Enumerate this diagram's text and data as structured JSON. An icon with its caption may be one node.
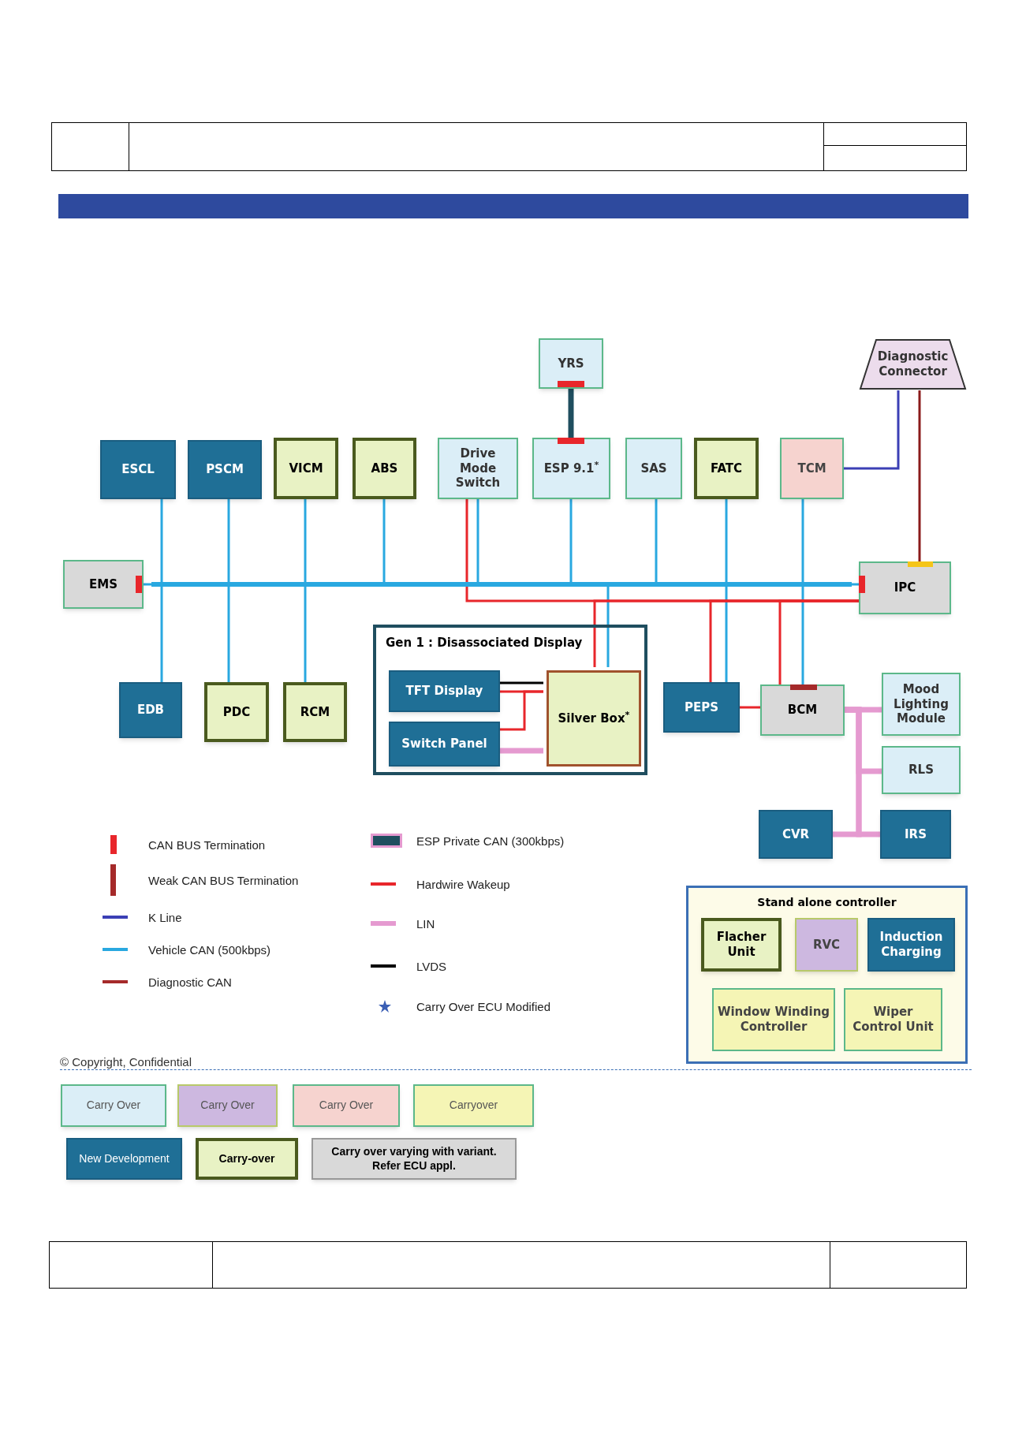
{
  "diagram": {
    "nodes": [
      {
        "text": [
          "ESCL"
        ]
      },
      {
        "text": [
          "PSCM"
        ]
      },
      {
        "text": [
          "VICM"
        ]
      },
      {
        "text": [
          "ABS"
        ]
      },
      {
        "text": [
          "Drive Mode Switch"
        ]
      },
      {
        "text": [
          "YRS"
        ]
      },
      {
        "text": [
          "ESP 9.1$^{*}$"
        ]
      },
      {
        "text": [
          "SAS"
        ]
      },
      {
        "text": [
          "FATC"
        ]
      },
      {
        "text": [
          "TCM"
        ]
      },
      {
        "text": [
          "Diagnostic Connector"
        ]
      },
      {
        "text": [
          "EMS"
        ]
      },
      {
        "text": [],
        "shape": "bar"
      },
      {
        "text": [
          "IPC"
        ]
      },
      {
        "text": [
          "Gen 1 : Disassociated Display"
        ]
      },
      {
        "text": [
          "TFT Display"
        ],
        "in": 14
      },
      {
        "text": [
          "Switch Panel"
        ],
        "in": 14
      },
      {
        "text": [
          "Silver Box$^{*}$"
        ],
        "in": 14
      },
      {
        "text": [
          "EDB"
        ]
      },
      {
        "text": [
          "PDC"
        ]
      },
      {
        "text": [
          "RCM"
        ]
      },
      {
        "text": [
          "PEPS"
        ]
      },
      {
        "text": [
          "BCM"
        ]
      },
      {
        "text": [
          "Mood Lighting Module"
        ]
      },
      {
        "text": [
          "RLS"
        ]
      },
      {
        "text": [
          "CVR"
        ]
      },
      {
        "text": [
          "IRS"
        ]
      },
      {
        "text": [
          "Stand alone controller"
        ]
      },
      {
        "text": [
          "Flacher Unit"
        ],
        "in": 27
      },
      {
        "text": [
          "RVC"
        ],
        "in": 27
      },
      {
        "text": [
          "Induction Charging"
        ],
        "in": 27
      },
      {
        "text": [
          "Window Winding Controller"
        ],
        "in": 27
      },
      {
        "text": [
          "Wiper Control Unit"
        ],
        "in": 27
      }
    ],
    "edges": [
      {
        "from": 0,
        "to": 12,
        "arrow": "none"
      },
      {
        "from": 1,
        "to": 12,
        "arrow": "none"
      },
      {
        "from": 2,
        "to": 12,
        "arrow": "none"
      },
      {
        "from": 3,
        "to": 12,
        "arrow": "none"
      },
      {
        "from": 4,
        "to": 12,
        "arrow": "none"
      },
      {
        "from": 6,
        "to": 12,
        "arrow": "none"
      },
      {
        "from": 7,
        "to": 12,
        "arrow": "none"
      },
      {
        "from": 8,
        "to": 12,
        "arrow": "none"
      },
      {
        "from": 9,
        "to": 12,
        "arrow": "none"
      },
      {
        "from": 11,
        "to": 12,
        "arrow": "none"
      },
      {
        "from": 12,
        "to": 13,
        "arrow": "none"
      },
      {
        "from": 12,
        "to": 18,
        "arrow": "none"
      },
      {
        "from": 12,
        "to": 19,
        "arrow": "none"
      },
      {
        "from": 12,
        "to": 20,
        "arrow": "none"
      },
      {
        "from": 12,
        "to": 17,
        "arrow": "none"
      },
      {
        "from": 12,
        "to": 21,
        "arrow": "none"
      },
      {
        "from": 12,
        "to": 22,
        "arrow": "none"
      },
      {
        "from": 5,
        "to": 6,
        "arrow": "none",
        "style": "thick",
        "color": "#1f4e5f"
      },
      {
        "from": 9,
        "to": 10,
        "arrow": "none",
        "color": "#3b3fb5"
      },
      {
        "from": 10,
        "to": 13,
        "arrow": "none",
        "color": "#8b1a1a"
      },
      {
        "from": 4,
        "to": 13,
        "arrow": "none",
        "color": "#e8262b"
      },
      {
        "from": 13,
        "to": 17,
        "arrow": "none",
        "color": "#e8262b"
      },
      {
        "from": 13,
        "to": 21,
        "arrow": "none",
        "color": "#e8262b"
      },
      {
        "from": 13,
        "to": 22,
        "arrow": "none",
        "color": "#e8262b"
      },
      {
        "from": 21,
        "to": 22,
        "arrow": "none",
        "color": "#e8262b"
      },
      {
        "from": 15,
        "to": 17,
        "arrow": "none",
        "color": "#000000"
      },
      {
        "from": 15,
        "to": 17,
        "arrow": "none",
        "color": "#e8262b"
      },
      {
        "from": 16,
        "to": 17,
        "arrow": "none",
        "color": "#e8262b"
      },
      {
        "from": 16,
        "to": 17,
        "arrow": "none",
        "style": "thick",
        "color": "#e59ad0"
      },
      {
        "from": 22,
        "to": 23,
        "arrow": "none",
        "style": "thick",
        "color": "#e59ad0"
      },
      {
        "from": 22,
        "to": 24,
        "arrow": "none",
        "style": "thick",
        "color": "#e59ad0"
      },
      {
        "from": 22,
        "to": 25,
        "arrow": "none",
        "style": "thick",
        "color": "#e59ad0"
      },
      {
        "from": 22,
        "to": 26,
        "arrow": "none",
        "style": "thick",
        "color": "#e59ad0"
      }
    ],
    "labels": [
      "© Copyright, Confidential"
    ],
    "legend": [
      {
        "text": "CAN BUS Termination"
      },
      {
        "text": "Weak CAN BUS Termination"
      },
      {
        "text": "K Line"
      },
      {
        "text": "Vehicle CAN (500kbps)"
      },
      {
        "text": "Diagnostic CAN"
      },
      {
        "text": "ESP Private CAN (300kbps)"
      },
      {
        "text": "Hardwire Wakeup"
      },
      {
        "text": "LIN"
      },
      {
        "text": "LVDS"
      },
      {
        "text": "Carry Over ECU Modified"
      },
      {
        "text": "Carry Over",
        "color": "#dbeef7"
      },
      {
        "text": "Carry Over",
        "color": "#cdb8e0"
      },
      {
        "text": "Carry Over",
        "color": "#f6d3cf"
      },
      {
        "text": "Carryover",
        "color": "#f5f5b5"
      },
      {
        "text": "New Development",
        "color": "#1f6f96"
      },
      {
        "text": "Carry-over",
        "color": "#e8f2c4"
      },
      {
        "text": "Carry over varying with variant. Refer ECU appl.",
        "color": "#d9d9d9"
      }
    ]
  }
}
